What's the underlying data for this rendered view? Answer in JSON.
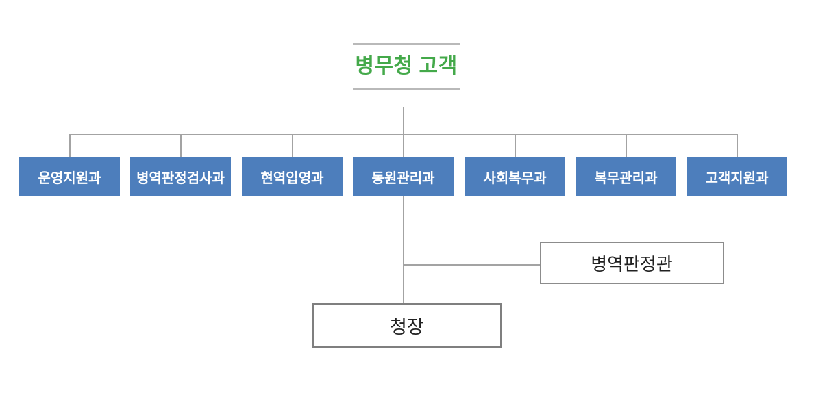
{
  "title": {
    "text": "병무청 고객"
  },
  "departments": [
    "운영지원과",
    "병역판정검사과",
    "현역입영과",
    "동원관리과",
    "사회복무과",
    "복무관리과",
    "고객지원과"
  ],
  "officers": {
    "adjudicator": "병역판정관",
    "commissioner": "청장"
  },
  "colors": {
    "department_fill": "#4d7ebc",
    "department_text": "#ffffff",
    "title_green": "#44a94a",
    "title_rule_gray": "#b9b9b9",
    "connector_gray": "#a3a3a3",
    "adjudicator_border": "#8c8c8c",
    "commissioner_border": "#7f7f7f",
    "officer_text": "#212121",
    "background": "#ffffff"
  }
}
